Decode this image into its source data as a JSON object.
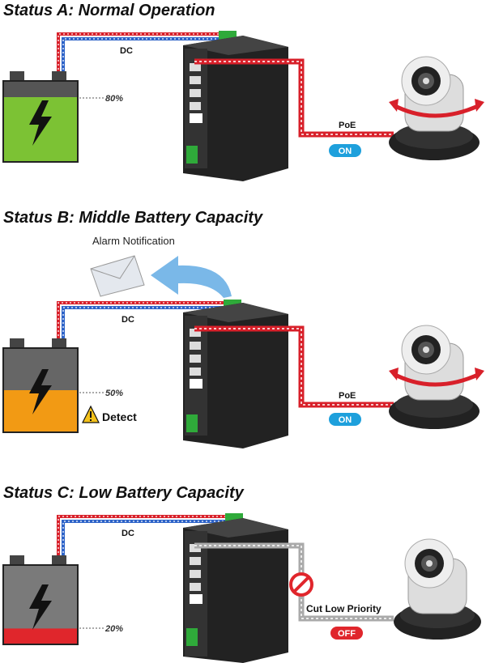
{
  "panels": [
    {
      "id": "a",
      "title": "Status A: Normal Operation",
      "dc_label": "DC",
      "battery_level_percent": 80,
      "battery_level_text": "80%",
      "battery_fill_color": "#7cc234",
      "poe_label": "PoE",
      "poe_state": "ON",
      "poe_state_color": "#1ea0dc",
      "poe_cable_color": "#d8202a"
    },
    {
      "id": "b",
      "title": "Status B: Middle Battery Capacity",
      "dc_label": "DC",
      "alarm_label": "Alarm Notification",
      "battery_level_percent": 50,
      "battery_level_text": "50%",
      "battery_fill_color": "#f29a14",
      "detect_label": "Detect",
      "poe_label": "PoE",
      "poe_state": "ON",
      "poe_state_color": "#1ea0dc",
      "poe_cable_color": "#d8202a"
    },
    {
      "id": "c",
      "title": "Status C: Low Battery Capacity",
      "dc_label": "DC",
      "battery_level_percent": 20,
      "battery_level_text": "20%",
      "battery_fill_color": "#e0262c",
      "cut_label": "Cut Low Priority",
      "poe_state": "OFF",
      "poe_state_color": "#e0262c",
      "poe_cable_color": "#aaaaaa"
    }
  ]
}
